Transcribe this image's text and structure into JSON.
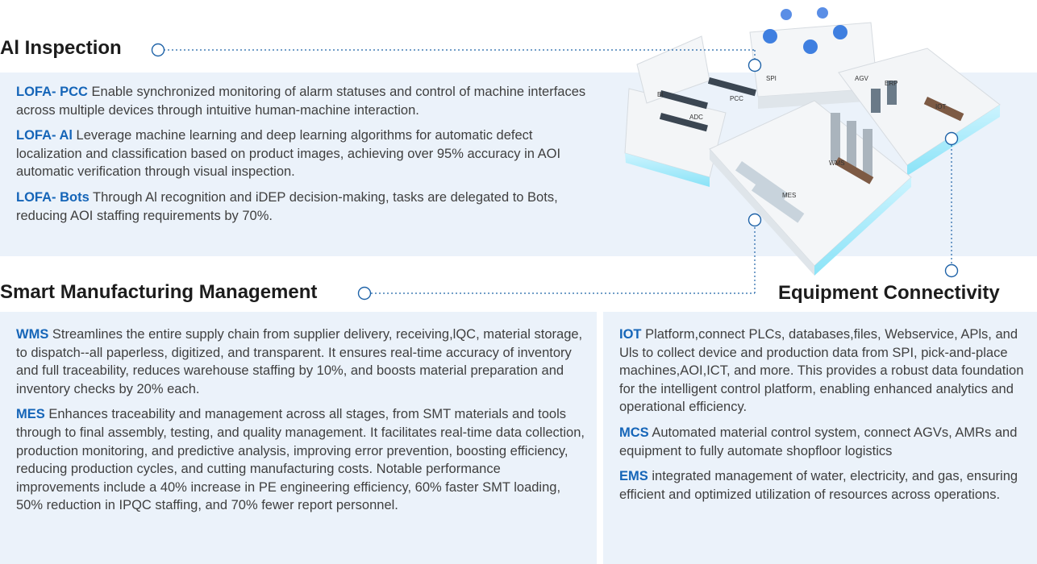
{
  "sections": {
    "ai": {
      "title": "Al Inspection",
      "items": [
        {
          "label": "LOFA- PCC",
          "text": " Enable synchronized monitoring of alarm statuses and control of machine interfaces across multiple devices through intuitive human-machine interaction."
        },
        {
          "label": "LOFA- Al",
          "text": " Leverage machine learning and deep learning algorithms for automatic defect localization and classification based on product images, achieving over 95% accuracy in AOI automatic verification through visual inspection."
        },
        {
          "label": "LOFA- Bots",
          "text": " Through Al recognition and iDEP decision-making, tasks are delegated to Bots, reducing AOI staffing requirements by 70%."
        }
      ]
    },
    "smart": {
      "title": "Smart Manufacturing Management",
      "items": [
        {
          "label": "WMS",
          "text": " Streamlines the entire supply chain from supplier delivery, receiving,lQC, material storage, to dispatch--all paperless, digitized, and transparent. It ensures real-time accuracy of inventory and full traceability, reduces warehouse staffing by 10%, and boosts material preparation and inventory checks by 20% each."
        },
        {
          "label": "MES",
          "text": " Enhances traceability and management across all stages, from SMT materials and tools through to final assembly, testing, and quality management. It facilitates real-time data collection, production monitoring, and predictive analysis, improving error prevention, boosting efficiency, reducing production cycles, and cutting manufacturing costs. Notable performance improvements include a 40% increase in PE engineering efficiency, 60% faster SMT loading, 50% reduction in IPQC staffing, and 70% fewer report personnel."
        }
      ]
    },
    "equip": {
      "title": "Equipment Connectivity",
      "items": [
        {
          "label": "IOT",
          "text": " Platform,connect PLCs, databases,files, Webservice, APls, and Uls to collect device and production data from SPI, pick-and-place machines,AOI,ICT, and more. This provides a robust data foundation for the intelligent control platform, enabling enhanced analytics and operational efficiency."
        },
        {
          "label": "MCS",
          "text": " Automated material control system, connect AGVs, AMRs and equipment to fully automate shopfloor logistics"
        },
        {
          "label": "EMS",
          "text": " integrated management of water, electricity, and gas, ensuring efficient and optimized utilization of resources across operations."
        }
      ]
    }
  },
  "illustration": {
    "zone_labels": [
      "BI",
      "ADC",
      "PCC",
      "SPI",
      "ERP",
      "IOT",
      "WMS",
      "MES",
      "AGV"
    ]
  },
  "colors": {
    "accent": "#1565b8",
    "panel": "#ebf2fa",
    "connector": "#1f63a8",
    "heading": "#1c1c1c",
    "body_text": "#3f3f3f"
  }
}
